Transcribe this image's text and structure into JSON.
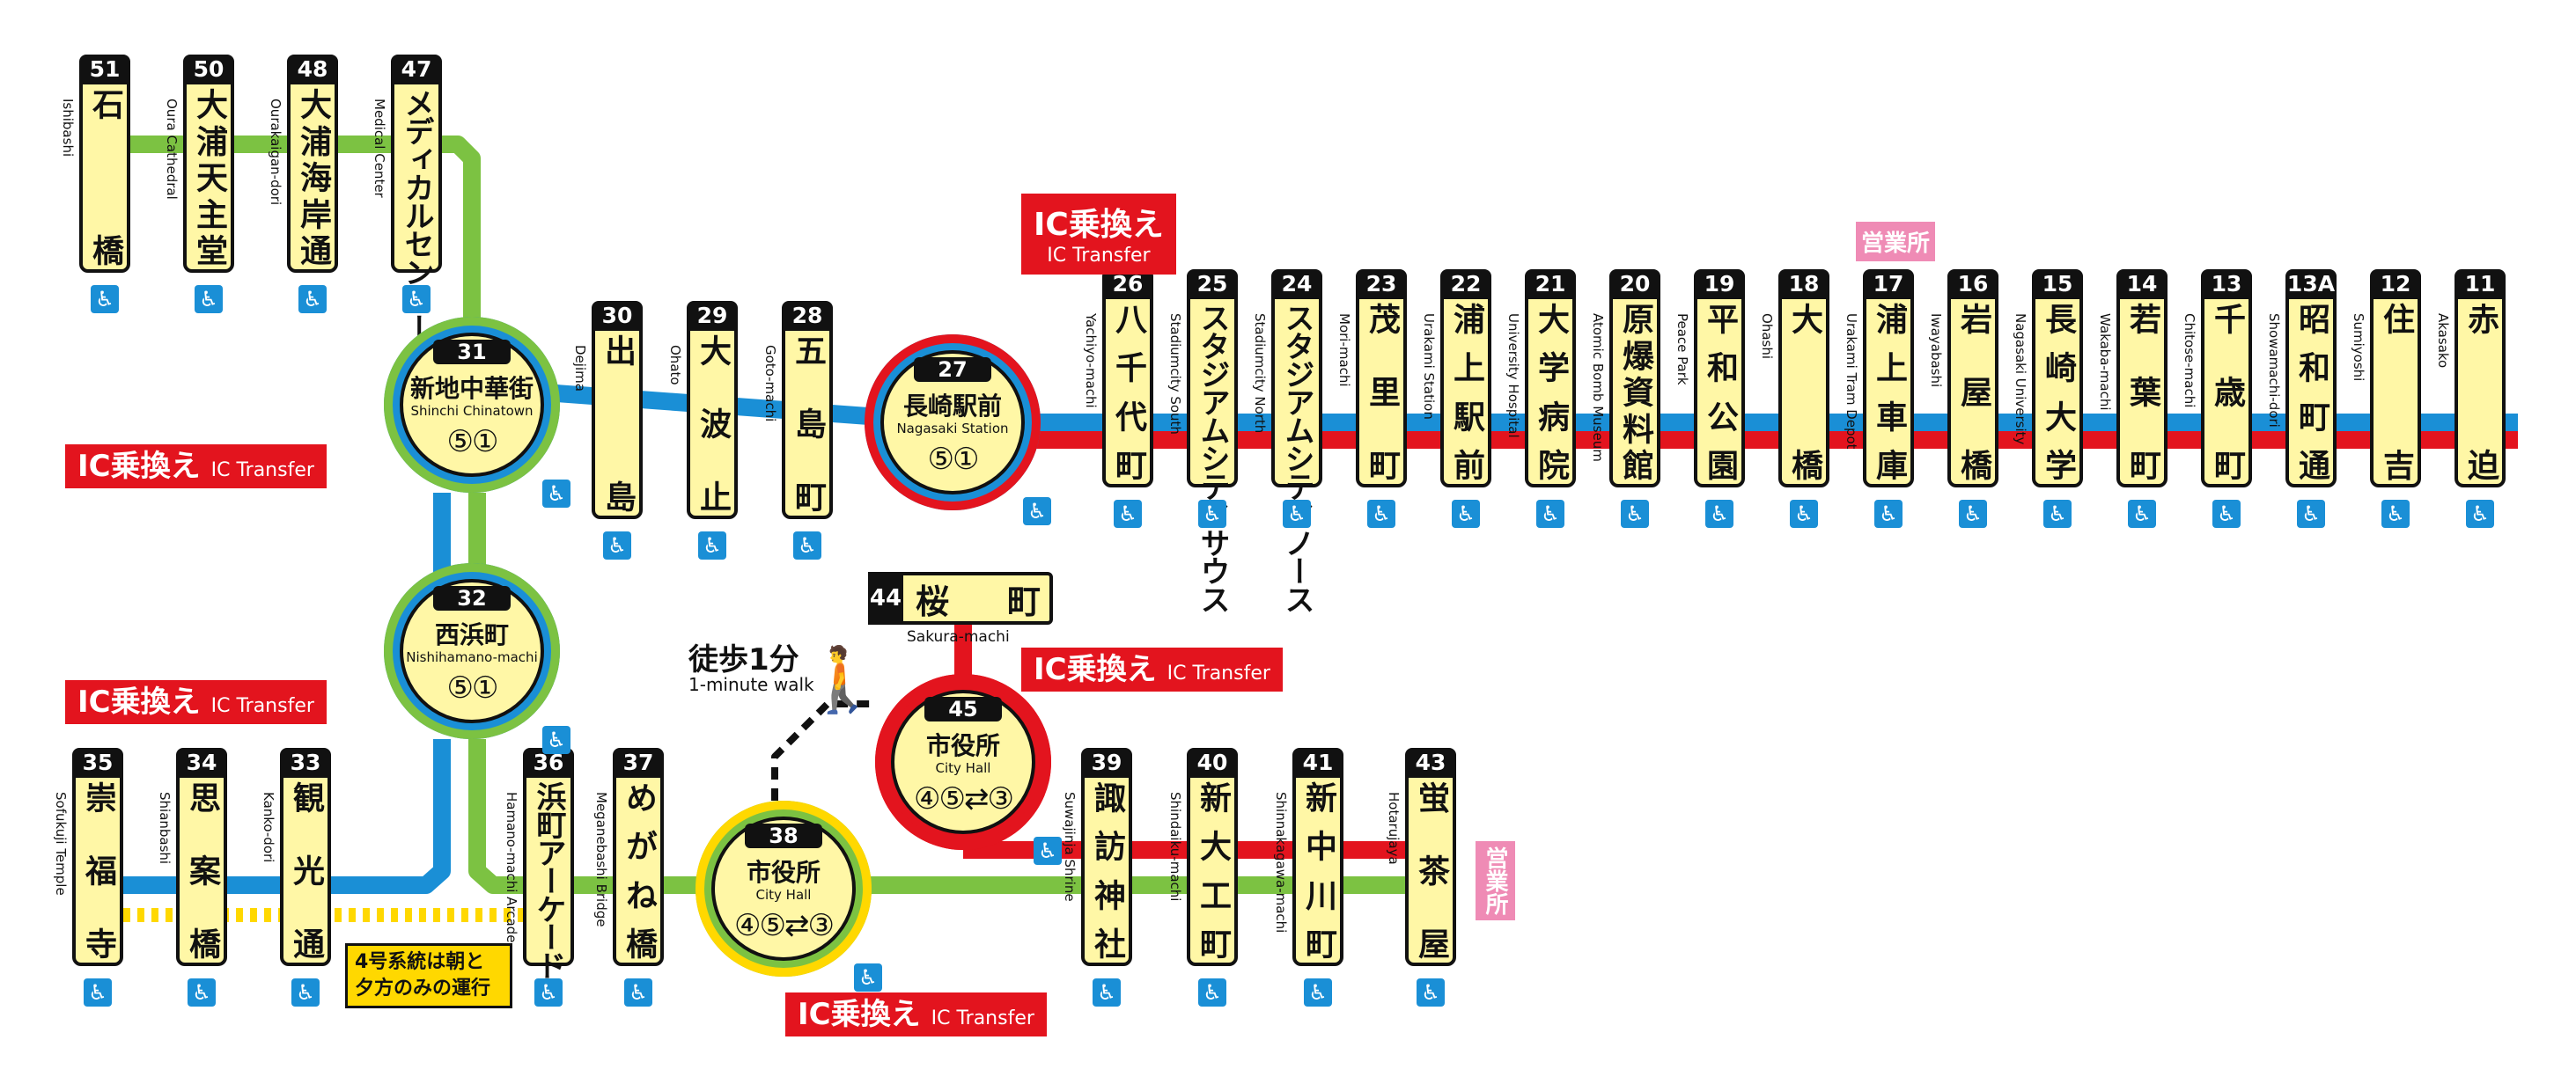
{
  "colors": {
    "line_green": "#7cc242",
    "line_blue": "#1a8fd6",
    "line_red": "#e3141e",
    "line_yellow": "#ffd800",
    "station_fill": "#fff7a6",
    "office_pink": "#ef8bb5"
  },
  "icons": {
    "accessibility": "wheelchair-icon",
    "walker": "pedestrian-icon"
  },
  "stations": [
    {
      "id": "s51",
      "num": "51",
      "jp": "石橋",
      "en": "Ishibashi",
      "tight": false
    },
    {
      "id": "s50",
      "num": "50",
      "jp": "大浦天主堂",
      "en": "Oura Cathedral",
      "tight": false
    },
    {
      "id": "s48",
      "num": "48",
      "jp": "大浦海岸通",
      "en": "Ourakaigan-dori",
      "tight": false
    },
    {
      "id": "s47",
      "num": "47",
      "jp": "メディカルセンター",
      "en": "Medical Center",
      "tight": true
    },
    {
      "id": "s30",
      "num": "30",
      "jp": "出島",
      "en": "Dejima",
      "tight": false
    },
    {
      "id": "s29",
      "num": "29",
      "jp": "大波止",
      "en": "Ohato",
      "tight": false
    },
    {
      "id": "s28",
      "num": "28",
      "jp": "五島町",
      "en": "Goto-machi",
      "tight": false
    },
    {
      "id": "s26",
      "num": "26",
      "jp": "八千代町",
      "en": "Yachiyo-machi",
      "tight": false
    },
    {
      "id": "s25",
      "num": "25",
      "jp": "スタジアムシティサウス",
      "en": "Stadiumcity South",
      "tight": true
    },
    {
      "id": "s24",
      "num": "24",
      "jp": "スタジアムシティノース",
      "en": "Stadiumcity North",
      "tight": true
    },
    {
      "id": "s23",
      "num": "23",
      "jp": "茂里町",
      "en": "Mori-machi",
      "tight": false
    },
    {
      "id": "s22",
      "num": "22",
      "jp": "浦上駅前",
      "en": "Urakami Station",
      "tight": false
    },
    {
      "id": "s21",
      "num": "21",
      "jp": "大学病院",
      "en": "University Hospital",
      "tight": false
    },
    {
      "id": "s20",
      "num": "20",
      "jp": "原爆資料館",
      "en": "Atomic Bomb Museum",
      "tight": false
    },
    {
      "id": "s19",
      "num": "19",
      "jp": "平和公園",
      "en": "Peace Park",
      "tight": false
    },
    {
      "id": "s18",
      "num": "18",
      "jp": "大橋",
      "en": "Ohashi",
      "tight": false
    },
    {
      "id": "s17",
      "num": "17",
      "jp": "浦上車庫",
      "en": "Urakami Tram Depot",
      "tight": false
    },
    {
      "id": "s16",
      "num": "16",
      "jp": "岩屋橋",
      "en": "Iwayabashi",
      "tight": false
    },
    {
      "id": "s15",
      "num": "15",
      "jp": "長崎大学",
      "en": "Nagasaki University",
      "tight": false
    },
    {
      "id": "s14",
      "num": "14",
      "jp": "若葉町",
      "en": "Wakaba-machi",
      "tight": false
    },
    {
      "id": "s13",
      "num": "13",
      "jp": "千歳町",
      "en": "Chitose-machi",
      "tight": false
    },
    {
      "id": "s13a",
      "num": "13A",
      "jp": "昭和町通",
      "en": "Showamachi-dori",
      "tight": false
    },
    {
      "id": "s12",
      "num": "12",
      "jp": "住吉",
      "en": "Sumiyoshi",
      "tight": false
    },
    {
      "id": "s11",
      "num": "11",
      "jp": "赤迫",
      "en": "Akasako",
      "tight": false
    },
    {
      "id": "s35",
      "num": "35",
      "jp": "崇福寺",
      "en": "Sofukuji Temple",
      "tight": false
    },
    {
      "id": "s34",
      "num": "34",
      "jp": "思案橋",
      "en": "Shianbashi",
      "tight": false
    },
    {
      "id": "s33",
      "num": "33",
      "jp": "観光通",
      "en": "Kanko-dori",
      "tight": false
    },
    {
      "id": "s36",
      "num": "36",
      "jp": "浜町アーケード",
      "en": "Hamano-machi Arcade",
      "tight": true
    },
    {
      "id": "s37",
      "num": "37",
      "jp": "めがね橋",
      "en": "Meganebashi Bridge",
      "tight": false
    },
    {
      "id": "s39",
      "num": "39",
      "jp": "諏訪神社",
      "en": "Suwajinja Shrine",
      "tight": false
    },
    {
      "id": "s40",
      "num": "40",
      "jp": "新大工町",
      "en": "Shindaiku-machi",
      "tight": false
    },
    {
      "id": "s41",
      "num": "41",
      "jp": "新中川町",
      "en": "Shinnakagawa-machi",
      "tight": false
    },
    {
      "id": "s43",
      "num": "43",
      "jp": "蛍茶屋",
      "en": "Hotarujaya",
      "tight": false
    }
  ],
  "hubs": [
    {
      "id": "h31",
      "num": "31",
      "jp": "新地中華街",
      "en": "Shinchi Chinatown",
      "routes": "⑤①"
    },
    {
      "id": "h32",
      "num": "32",
      "jp": "西浜町",
      "en": "Nishihamano-machi",
      "routes": "⑤①"
    },
    {
      "id": "h27",
      "num": "27",
      "jp": "長崎駅前",
      "en": "Nagasaki Station",
      "routes": "⑤①"
    },
    {
      "id": "h45",
      "num": "45",
      "jp": "市役所",
      "en": "City Hall",
      "routes": "④⑤⇄③"
    },
    {
      "id": "h38",
      "num": "38",
      "jp": "市役所",
      "en": "City Hall",
      "routes": "④⑤⇄③"
    }
  ],
  "sakura": {
    "num": "44",
    "jp": "桜町",
    "en": "Sakura-machi"
  },
  "ic_transfer": {
    "jp": "IC乗換え",
    "en": "IC Transfer"
  },
  "office_label": "営業所",
  "note": "4号系統は朝と夕方のみの運行",
  "walk": {
    "jp": "徒歩1分",
    "en": "1-minute walk"
  }
}
